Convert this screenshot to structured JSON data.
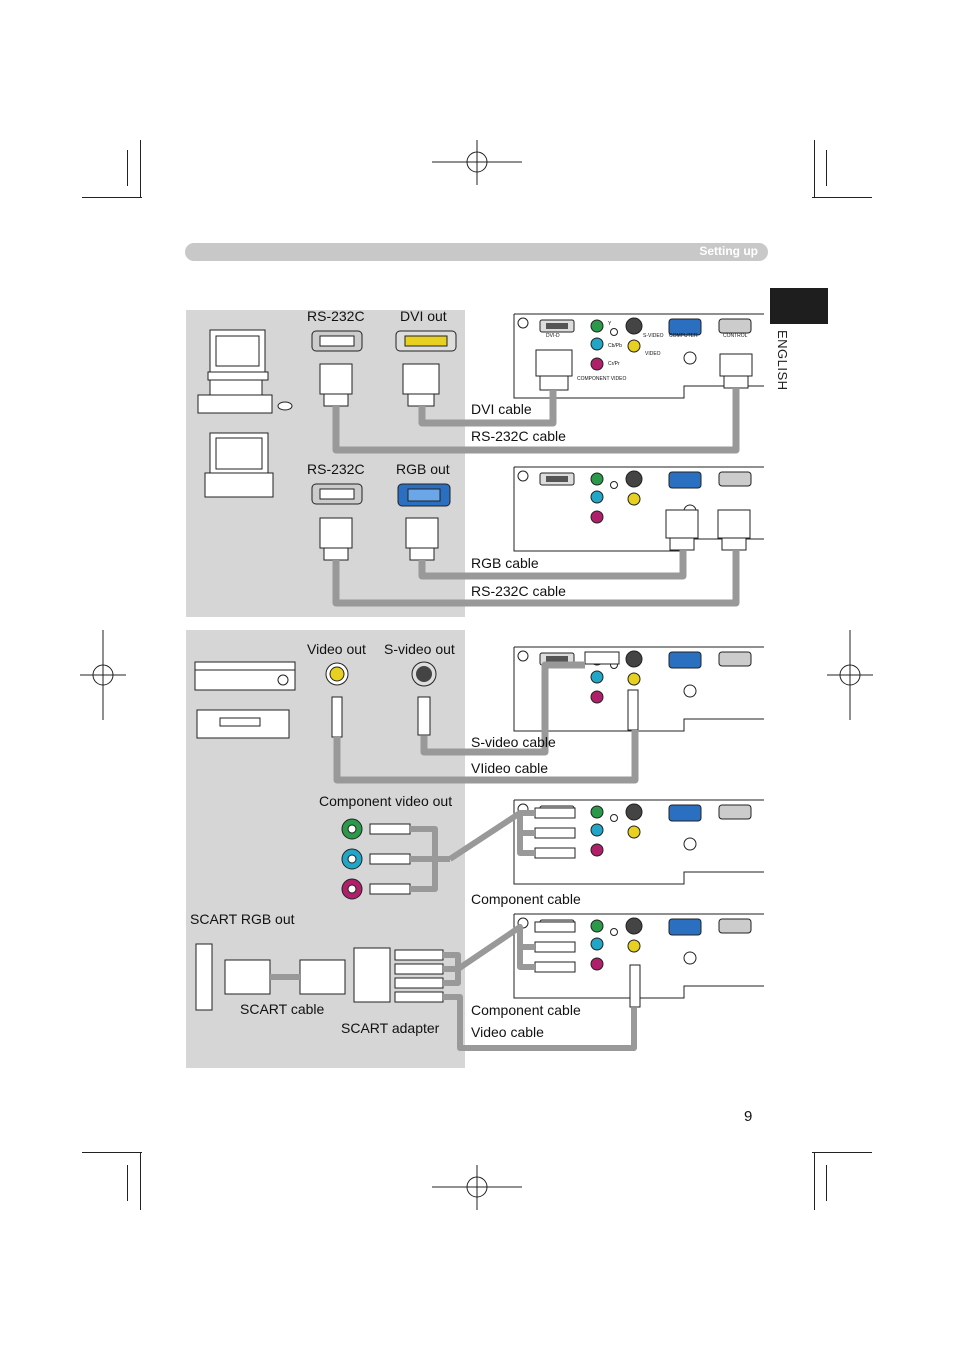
{
  "header": {
    "title": "Setting up"
  },
  "language_tab": {
    "label": "ENGLISH"
  },
  "page_number": "9",
  "section_pc": {
    "labels": {
      "rs232c_top": "RS-232C",
      "dvi_out": "DVI out",
      "rs232c_bottom": "RS-232C",
      "rgb_out": "RGB out"
    },
    "cables": {
      "dvi_cable": "DVI cable",
      "rs232c_cable_1": "RS-232C cable",
      "rgb_cable": "RGB cable",
      "rs232c_cable_2": "RS-232C cable"
    }
  },
  "section_video": {
    "labels": {
      "video_out": "Video out",
      "svideo_out": "S-video out",
      "component_video_out": "Component video out",
      "scart_rgb_out": "SCART RGB out",
      "scart_cable": "SCART cable",
      "scart_adapter": "SCART adapter"
    },
    "cables": {
      "svideo_cable": "S-video cable",
      "video_cable": "VIideo cable",
      "component_cable_1": "Component cable",
      "component_cable_2": "Component cable",
      "video_cable_2": "Video cable"
    }
  },
  "projector_panel": {
    "ports": {
      "dvi_d": "DVI-D",
      "y": "Y",
      "cb_pb": "Cb/Pb",
      "cr_pr": "Cr/Pr",
      "component_video": "COMPONENT VIDEO",
      "s_video": "S-VIDEO",
      "video": "VIDEO",
      "computer": "COMPUTER",
      "control": "CONTROL"
    }
  },
  "colors": {
    "panel_gray": "#d6d6d6",
    "cable_gray": "#999999",
    "port_green": "#2a9a4a",
    "port_cyan": "#22a6c8",
    "port_magenta": "#b0206a",
    "port_yellow": "#e8d020",
    "computer_blue": "#2a6fc0"
  }
}
